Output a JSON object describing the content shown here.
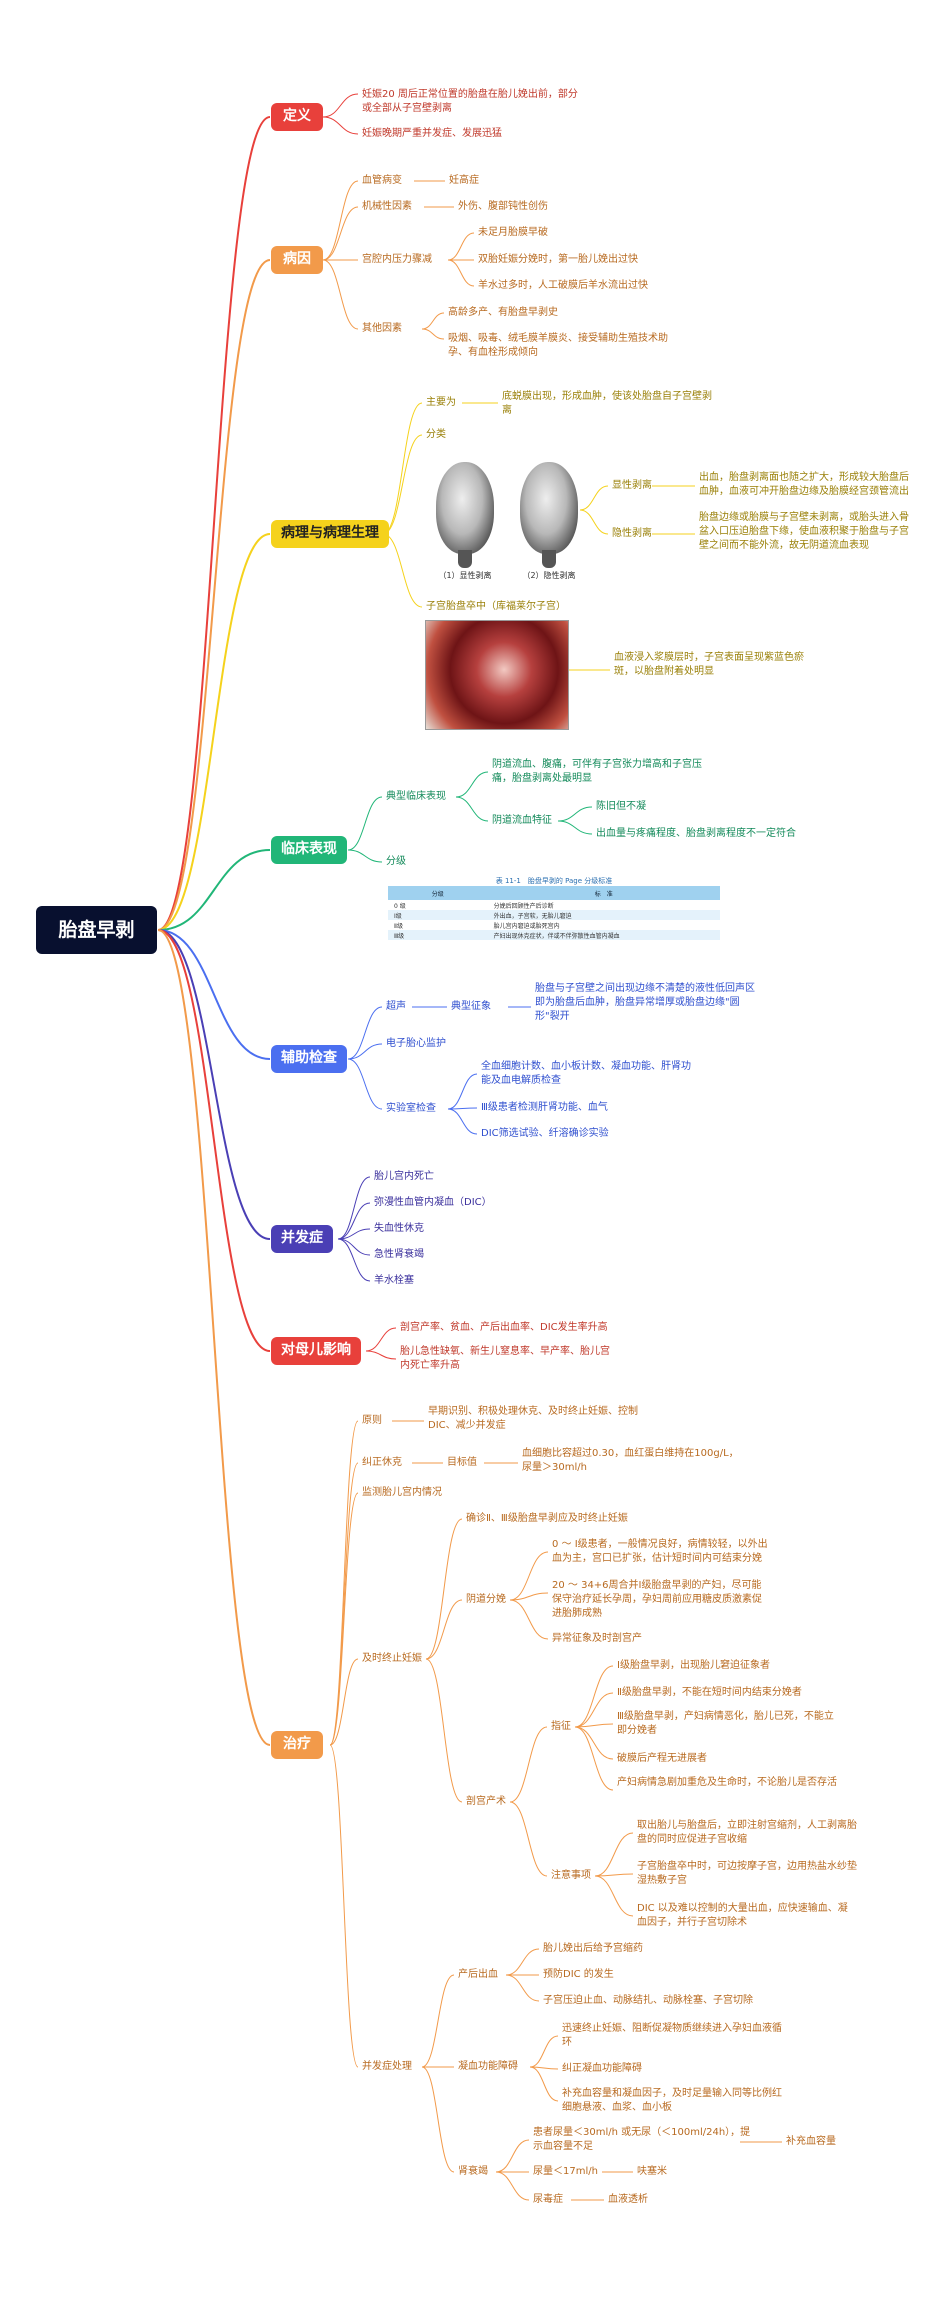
{
  "root": "胎盘早剥",
  "colors": {
    "def": "#e8403b",
    "cause": "#f29a4a",
    "patho": "#f5d21c",
    "clinic": "#21b678",
    "aux": "#4b6ff0",
    "comp": "#4a3fb5",
    "impact": "#e8403b",
    "treat": "#f29a4a"
  },
  "def": {
    "title": "定义",
    "a": "妊娠20 周后正常位置的胎盘在胎儿娩出前，部分或全部从子宫壁剥离",
    "b": "妊娠晚期严重并发症、发展迅猛"
  },
  "cause": {
    "title": "病因",
    "vessel": "血管病变",
    "vessel_1": "妊高症",
    "mech": "机械性因素",
    "mech_1": "外伤、腹部钝性创伤",
    "press": "宫腔内压力骤减",
    "press_1": "未足月胎膜早破",
    "press_2": "双胎妊娠分娩时，第一胎儿娩出过快",
    "press_3": "羊水过多时，人工破膜后羊水流出过快",
    "other": "其他因素",
    "other_1": "高龄多产、有胎盘早剥史",
    "other_2": "吸烟、吸毒、绒毛膜羊膜炎、接受辅助生殖技术助孕、有血栓形成倾向"
  },
  "patho": {
    "title": "病理与病理生理",
    "main": "主要为",
    "main_1": "底蜕膜出现，形成血肿，使该处胎盘自子宫壁剥离",
    "cls": "分类",
    "fig1": "（1）显性剥离",
    "fig2": "（2）隐性剥离",
    "exp": "显性剥离",
    "exp_1": "出血，胎盘剥离面也随之扩大，形成较大胎盘后血肿，血液可冲开胎盘边缘及胎膜经宫颈管流出",
    "con": "隐性剥离",
    "con_1": "胎盘边缘或胎膜与子宫壁未剥离，或胎头进入骨盆入口压迫胎盘下缘，使血液积聚于胎盘与子宫壁之间而不能外流，故无阴道流血表现",
    "couv": "子宫胎盘卒中（库福莱尔子宫）",
    "couv_1": "血液浸入浆膜层时，子宫表面呈现紫蓝色瘀斑，以胎盘附着处明显"
  },
  "clinic": {
    "title": "临床表现",
    "typical": "典型临床表现",
    "typical_1": "阴道流血、腹痛，可伴有子宫张力增高和子宫压痛，胎盘剥离处最明显",
    "bleed": "阴道流血特征",
    "bleed_1": "陈旧但不凝",
    "bleed_2": "出血量与疼痛程度、胎盘剥离程度不一定符合",
    "grade": "分级",
    "table_title": "表 11-1　胎盘早剥的 Page 分级标准",
    "table_head": [
      "分级",
      "标　准"
    ],
    "table_rows": [
      [
        "0 级",
        "分娩后回顾性产后诊断"
      ],
      [
        "Ⅰ级",
        "外出血，子宫软，无胎儿窘迫"
      ],
      [
        "Ⅱ级",
        "胎儿宫内窘迫或胎死宫内"
      ],
      [
        "Ⅲ级",
        "产妇出现休克症状，伴或不伴弥散性血管内凝血"
      ]
    ]
  },
  "aux": {
    "title": "辅助检查",
    "us": "超声",
    "us_sign": "典型征象",
    "us_1": "胎盘与子宫壁之间出现边缘不清楚的液性低回声区即为胎盘后血肿，胎盘异常增厚或胎盘边缘\"圆形\"裂开",
    "fhm": "电子胎心监护",
    "lab": "实验室检查",
    "lab_1": "全血细胞计数、血小板计数、凝血功能、肝肾功能及血电解质检查",
    "lab_2": "Ⅲ级患者检测肝肾功能、血气",
    "lab_3": "DIC筛选试验、纤溶确诊实验"
  },
  "comp": {
    "title": "并发症",
    "items": [
      "胎儿宫内死亡",
      "弥漫性血管内凝血（DIC）",
      "失血性休克",
      "急性肾衰竭",
      "羊水栓塞"
    ]
  },
  "impact": {
    "title": "对母儿影响",
    "a": "剖宫产率、贫血、产后出血率、DIC发生率升高",
    "b": "胎儿急性缺氧、新生儿窒息率、早产率、胎儿宫内死亡率升高"
  },
  "treat": {
    "title": "治疗",
    "principle": "原则",
    "principle_1": "早期识别、积极处理休克、及时终止妊娠、控制DIC、减少并发症",
    "shock": "纠正休克",
    "shock_goal": "目标值",
    "shock_1": "血细胞比容超过0.30，血红蛋白维持在100g/L，尿量＞30ml/h",
    "monitor": "监测胎儿宫内情况",
    "end": "及时终止妊娠",
    "end_1": "确诊Ⅱ、Ⅲ级胎盘早剥应及时终止妊娠",
    "vag": "阴道分娩",
    "vag_1": "0 ～ Ⅰ级患者，一般情况良好，病情较轻，以外出血为主，宫口已扩张，估计短时间内可结束分娩",
    "vag_2": "20 ～ 34+6周合并Ⅰ级胎盘早剥的产妇，尽可能保守治疗延长孕周，孕妇周前应用糖皮质激素促进胎肺成熟",
    "vag_3": "异常征象及时剖宫产",
    "cs": "剖宫产术",
    "ind": "指征",
    "ind_1": "Ⅰ级胎盘早剥，出现胎儿窘迫征象者",
    "ind_2": "Ⅱ级胎盘早剥，不能在短时间内结束分娩者",
    "ind_3": "Ⅲ级胎盘早剥，产妇病情恶化，胎儿已死，不能立即分娩者",
    "ind_4": "破膜后产程无进展者",
    "ind_5": "产妇病情急剧加重危及生命时，不论胎儿是否存活",
    "note": "注意事项",
    "note_1": "取出胎儿与胎盘后，立即注射宫缩剂，人工剥离胎盘的同时应促进子宫收缩",
    "note_2": "子宫胎盘卒中时，可边按摩子宫，边用热盐水纱垫湿热敷子宫",
    "note_3": "DIC 以及难以控制的大量出血，应快速输血、凝血因子，并行子宫切除术",
    "cx": "并发症处理",
    "pph": "产后出血",
    "pph_1": "胎儿娩出后给予宫缩药",
    "pph_2": "预防DIC 的发生",
    "pph_3": "子宫压迫止血、动脉结扎、动脉栓塞、子宫切除",
    "coag": "凝血功能障碍",
    "coag_1": "迅速终止妊娠、阻断促凝物质继续进入孕妇血液循环",
    "coag_2": "纠正凝血功能障碍",
    "coag_3": "补充血容量和凝血因子，及时足量输入同等比例红细胞悬液、血浆、血小板",
    "rf": "肾衰竭",
    "rf_1": "患者尿量＜30ml/h 或无尿（＜100ml/24h），提示血容量不足",
    "rf_1a": "补充血容量",
    "rf_2": "尿量＜17ml/h",
    "rf_2a": "呋塞米",
    "rf_3": "尿毒症",
    "rf_3a": "血液透析"
  }
}
